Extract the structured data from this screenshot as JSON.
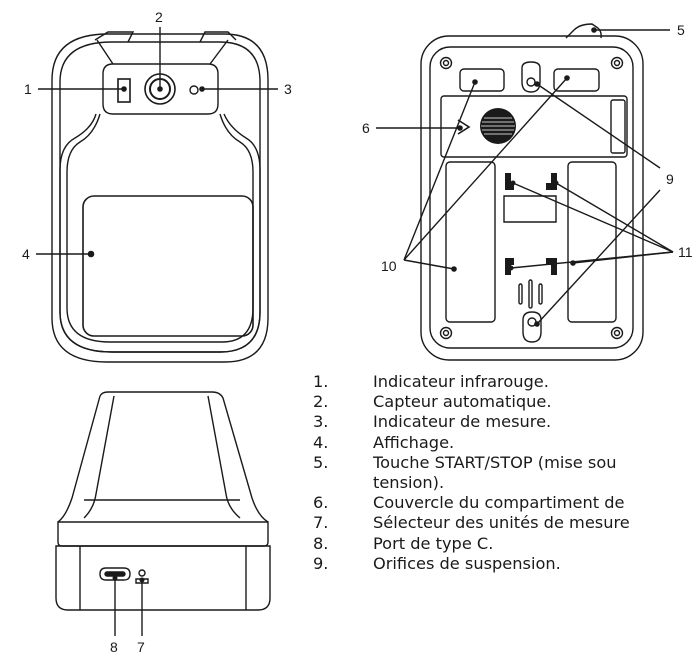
{
  "callouts": {
    "c1": "1",
    "c2": "2",
    "c3": "3",
    "c4": "4",
    "c5": "5",
    "c6": "6",
    "c7": "7",
    "c8": "8",
    "c9": "9",
    "c10": "10",
    "c11": "11"
  },
  "legend": [
    {
      "num": "1.",
      "text": "Indicateur infrarouge."
    },
    {
      "num": "2.",
      "text": "Capteur automatique."
    },
    {
      "num": "3.",
      "text": "Indicateur de mesure."
    },
    {
      "num": "4.",
      "text": "Affichage."
    },
    {
      "num": "5.",
      "text": "Touche START/STOP (mise sou",
      "cont": "tension)."
    },
    {
      "num": "6.",
      "text": "Couvercle du compartiment de"
    },
    {
      "num": "7.",
      "text": "Sélecteur des unités de mesure"
    },
    {
      "num": "8.",
      "text": "Port de type C."
    },
    {
      "num": "9.",
      "text": "Orifices de suspension."
    }
  ],
  "colors": {
    "stroke": "#1a1a1a",
    "background": "#ffffff"
  }
}
